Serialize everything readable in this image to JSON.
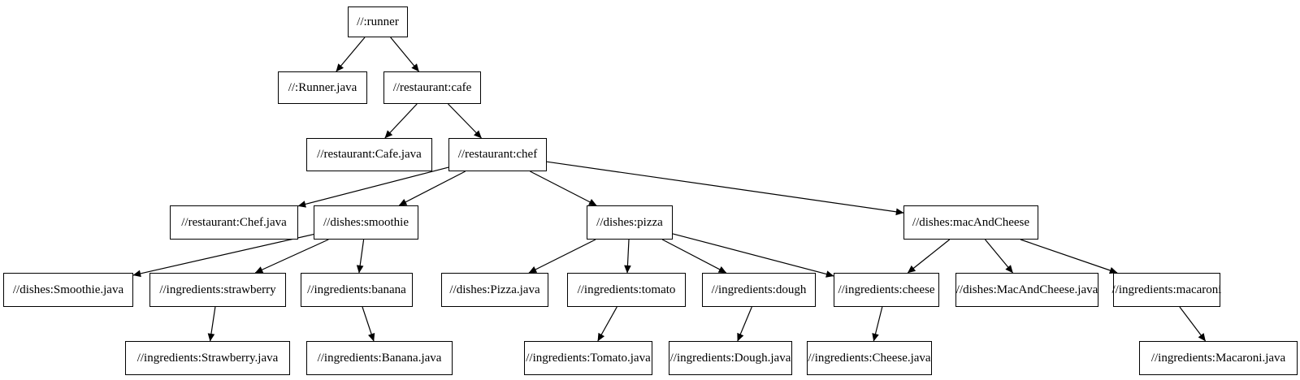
{
  "diagram": {
    "type": "dependency-graph",
    "background_color": "#ffffff",
    "node_fill_color": "#ffffff",
    "node_border_color": "#000000",
    "edge_color": "#000000",
    "text_color": "#000000",
    "nodes": [
      {
        "id": "runner",
        "label": "//:runner"
      },
      {
        "id": "runner-java",
        "label": "//:Runner.java"
      },
      {
        "id": "cafe",
        "label": "//restaurant:cafe"
      },
      {
        "id": "cafe-java",
        "label": "//restaurant:Cafe.java"
      },
      {
        "id": "chef",
        "label": "//restaurant:chef"
      },
      {
        "id": "chef-java",
        "label": "//restaurant:Chef.java"
      },
      {
        "id": "smoothie",
        "label": "//dishes:smoothie"
      },
      {
        "id": "pizza",
        "label": "//dishes:pizza"
      },
      {
        "id": "mac-and-cheese",
        "label": "//dishes:macAndCheese"
      },
      {
        "id": "smoothie-java",
        "label": "//dishes:Smoothie.java"
      },
      {
        "id": "strawberry",
        "label": "//ingredients:strawberry"
      },
      {
        "id": "banana",
        "label": "//ingredients:banana"
      },
      {
        "id": "pizza-java",
        "label": "//dishes:Pizza.java"
      },
      {
        "id": "tomato",
        "label": "//ingredients:tomato"
      },
      {
        "id": "dough",
        "label": "//ingredients:dough"
      },
      {
        "id": "cheese",
        "label": "//ingredients:cheese"
      },
      {
        "id": "mac-and-cheese-java",
        "label": "//dishes:MacAndCheese.java"
      },
      {
        "id": "macaroni",
        "label": "//ingredients:macaroni"
      },
      {
        "id": "strawberry-java",
        "label": "//ingredients:Strawberry.java"
      },
      {
        "id": "banana-java",
        "label": "//ingredients:Banana.java"
      },
      {
        "id": "tomato-java",
        "label": "//ingredients:Tomato.java"
      },
      {
        "id": "dough-java",
        "label": "//ingredients:Dough.java"
      },
      {
        "id": "cheese-java",
        "label": "//ingredients:Cheese.java"
      },
      {
        "id": "macaroni-java",
        "label": "//ingredients:Macaroni.java"
      }
    ],
    "edges": [
      {
        "from": "runner",
        "to": "runner-java"
      },
      {
        "from": "runner",
        "to": "cafe"
      },
      {
        "from": "cafe",
        "to": "cafe-java"
      },
      {
        "from": "cafe",
        "to": "chef"
      },
      {
        "from": "chef",
        "to": "chef-java"
      },
      {
        "from": "chef",
        "to": "smoothie"
      },
      {
        "from": "chef",
        "to": "pizza"
      },
      {
        "from": "chef",
        "to": "mac-and-cheese"
      },
      {
        "from": "smoothie",
        "to": "smoothie-java"
      },
      {
        "from": "smoothie",
        "to": "strawberry"
      },
      {
        "from": "smoothie",
        "to": "banana"
      },
      {
        "from": "pizza",
        "to": "pizza-java"
      },
      {
        "from": "pizza",
        "to": "tomato"
      },
      {
        "from": "pizza",
        "to": "dough"
      },
      {
        "from": "pizza",
        "to": "cheese"
      },
      {
        "from": "mac-and-cheese",
        "to": "cheese"
      },
      {
        "from": "mac-and-cheese",
        "to": "mac-and-cheese-java"
      },
      {
        "from": "mac-and-cheese",
        "to": "macaroni"
      },
      {
        "from": "strawberry",
        "to": "strawberry-java"
      },
      {
        "from": "banana",
        "to": "banana-java"
      },
      {
        "from": "tomato",
        "to": "tomato-java"
      },
      {
        "from": "dough",
        "to": "dough-java"
      },
      {
        "from": "cheese",
        "to": "cheese-java"
      },
      {
        "from": "macaroni",
        "to": "macaroni-java"
      }
    ]
  }
}
